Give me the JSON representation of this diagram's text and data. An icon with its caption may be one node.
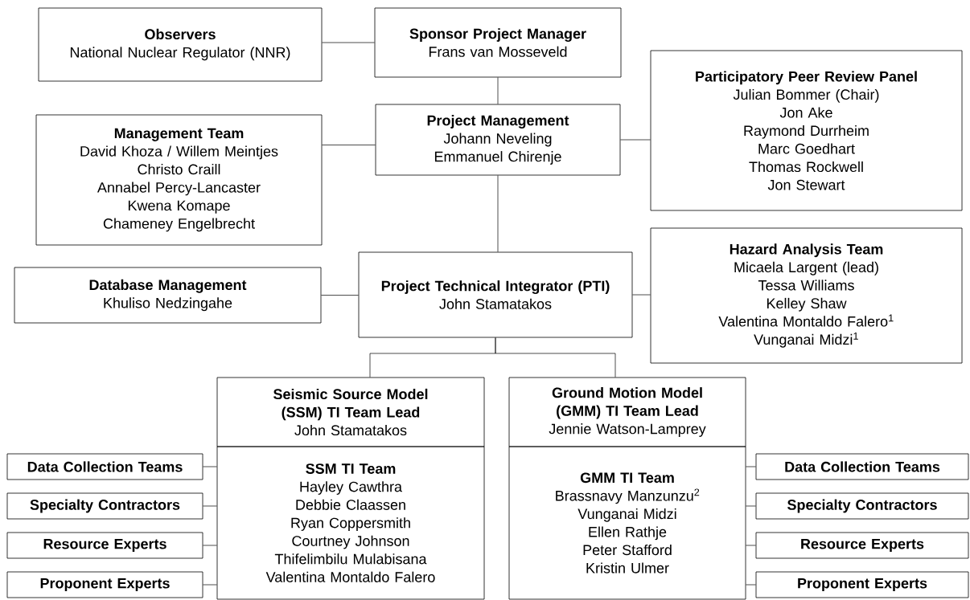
{
  "diagram": {
    "nodes": [
      {
        "text": [
          "Observers",
          "National Nuclear Regulator (NNR)"
        ]
      },
      {
        "text": [
          "Sponsor Project Manager",
          "Frans van Mosseveld"
        ]
      },
      {
        "text": [
          "Management Team",
          "David Khoza / Willem Meintjes",
          "Christo Craill",
          "Annabel Percy-Lancaster",
          "Kwena Komape",
          "Chameney Engelbrecht"
        ]
      },
      {
        "text": [
          "Project Management",
          "Johann Neveling",
          "Emmanuel Chirenje"
        ]
      },
      {
        "text": [
          "Participatory Peer Review Panel",
          "Julian Bommer (Chair)",
          "Jon Ake",
          "Raymond Durrheim",
          "Marc Goedhart",
          "Thomas Rockwell",
          "Jon Stewart"
        ]
      },
      {
        "text": [
          "Database Management",
          "Khuliso Nedzingahe"
        ]
      },
      {
        "text": [
          "Project Technical Integrator (PTI)",
          "John Stamatakos"
        ]
      },
      {
        "text": [
          "Hazard Analysis Team",
          "Micaela Largent (lead)",
          "Tessa Williams",
          "Kelley Shaw",
          "Valentina Montaldo Falero$^{1}$",
          "Vunganai Midzi$^{1}$"
        ]
      },
      {
        "text": [
          "Seismic Source Model (SSM) TI Team Lead",
          "John Stamatakos"
        ]
      },
      {
        "text": [
          "SSM TI Team",
          "Hayley Cawthra",
          "Debbie Claassen",
          "Ryan Coppersmith",
          "Courtney Johnson",
          "Thifelimbilu Mulabisana",
          "Valentina Montaldo Falero"
        ]
      },
      {
        "text": [
          "Ground Motion Model (GMM) TI Team Lead",
          "Jennie Watson-Lamprey"
        ]
      },
      {
        "text": [
          "GMM TI Team",
          "Brassnavy Manzunzu$^{2}$",
          "Vunganai Midzi",
          "Ellen Rathje",
          "Peter Stafford",
          "Kristin Ulmer"
        ]
      },
      {
        "text": [
          "Data Collection Teams"
        ]
      },
      {
        "text": [
          "Specialty Contractors"
        ]
      },
      {
        "text": [
          "Resource Experts"
        ]
      },
      {
        "text": [
          "Proponent Experts"
        ]
      },
      {
        "text": [
          "Data Collection Teams"
        ]
      },
      {
        "text": [
          "Specialty Contractors"
        ]
      },
      {
        "text": [
          "Resource Experts"
        ]
      },
      {
        "text": [
          "Proponent Experts"
        ]
      }
    ],
    "edges": [
      {
        "from": 0,
        "to": 1,
        "arrow": "none"
      },
      {
        "from": 1,
        "to": 3,
        "arrow": "none"
      },
      {
        "from": 2,
        "to": 3,
        "arrow": "none"
      },
      {
        "from": 3,
        "to": 4,
        "arrow": "none"
      },
      {
        "from": 3,
        "to": 6,
        "arrow": "none"
      },
      {
        "from": 5,
        "to": 6,
        "arrow": "none"
      },
      {
        "from": 6,
        "to": 7,
        "arrow": "none"
      },
      {
        "from": 6,
        "to": 8,
        "arrow": "none"
      },
      {
        "from": 6,
        "to": 10,
        "arrow": "none"
      },
      {
        "from": 12,
        "to": 9,
        "arrow": "none"
      },
      {
        "from": 13,
        "to": 9,
        "arrow": "none"
      },
      {
        "from": 14,
        "to": 9,
        "arrow": "none"
      },
      {
        "from": 15,
        "to": 9,
        "arrow": "none"
      },
      {
        "from": 16,
        "to": 11,
        "arrow": "none"
      },
      {
        "from": 17,
        "to": 11,
        "arrow": "none"
      },
      {
        "from": 18,
        "to": 11,
        "arrow": "none"
      },
      {
        "from": 19,
        "to": 11,
        "arrow": "none"
      }
    ]
  }
}
